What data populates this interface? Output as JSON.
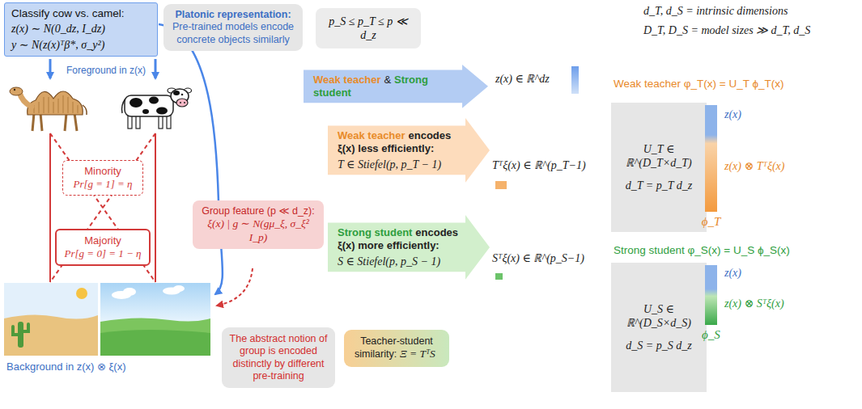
{
  "diagram": {
    "nodes": [
      {
        "text": [
          "Classify cow vs. camel:",
          "z(x) ∼ N(0_dz, I_dz)",
          "y ∼ N(z(x)ᵀβ*, σ_y²)"
        ]
      },
      {
        "text": [
          "Platonic representation:",
          "Pre-trained models encode concrete objects similarly"
        ]
      },
      {
        "text": [
          "p_S ≤ p_T ≤ p ≪ d_z"
        ]
      },
      {
        "text": [
          "Minority",
          "Pr[g = 1] = η"
        ]
      },
      {
        "text": [
          "Majority",
          "Pr[g = 0] = 1 − η"
        ]
      },
      {
        "text": [
          "Group feature (p ≪ d_z):",
          "ξ(x) | g ∼ N(gμ_ξ, σ_ξ² I_p)"
        ]
      },
      {
        "text": [
          "Weak teacher",
          "&",
          "Strong student"
        ]
      },
      {
        "text": [
          "Weak teacher",
          "encodes ξ(x) less efficiently:",
          "T ∈ Stiefel(p, p_T − 1)"
        ]
      },
      {
        "text": [
          "Strong student",
          "encodes ξ(x) more efficiently:",
          "S ∈ Stiefel(p, p_S − 1)"
        ]
      },
      {
        "text": [
          "The abstract notion of group is encoded distinctly by different pre-training"
        ]
      },
      {
        "text": [
          "Teacher-student similarity:",
          "Ξ = TᵀS"
        ]
      },
      {
        "text": [
          "U_T ∈ ℝ^(D_T×d_T)",
          "d_T = p_T d_z"
        ]
      },
      {
        "text": [
          "z(x)",
          "z(x) ⊗ Tᵀξ(x)",
          "ϕ_T"
        ]
      },
      {
        "text": [
          "U_S ∈ ℝ^(D_S×d_S)",
          "d_S = p_S d_z"
        ]
      },
      {
        "text": [
          "z(x)",
          "z(x) ⊗ Sᵀξ(x)",
          "ϕ_S"
        ]
      }
    ],
    "labels": [
      "Foreground in z(x)",
      "Background in z(x) ⊗ ξ(x)",
      "z(x) ∈ ℝ^dz",
      "Tᵀξ(x) ∈ ℝ^(p_T−1)",
      "Sᵀξ(x) ∈ ℝ^(p_S−1)",
      "d_T, d_S = intrinsic dimensions",
      "D_T, D_S = model sizes ≫ d_T, d_S",
      "Weak teacher φ_T(x) = U_T ϕ_T(x)",
      "Strong student φ_S(x) = U_S ϕ_S(x)"
    ]
  }
}
